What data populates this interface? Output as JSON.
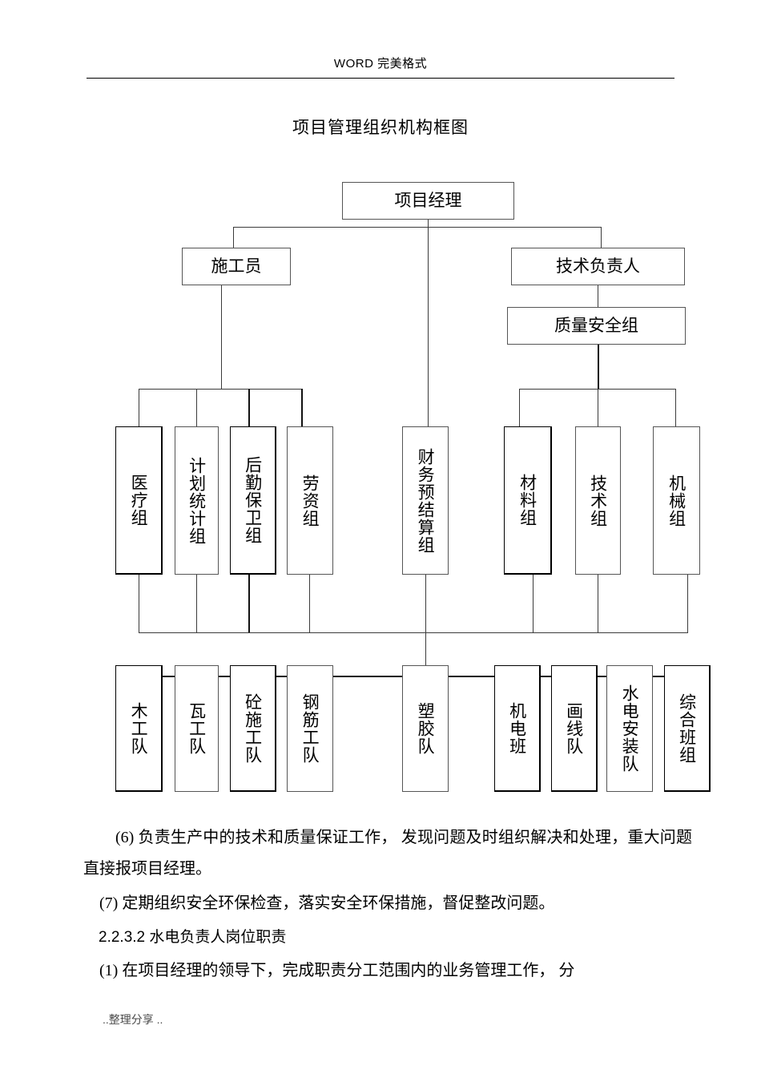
{
  "header": {
    "text": "WORD  完美格式"
  },
  "doc_title": "项目管理组织机构框图",
  "org_chart": {
    "root": "项目经理",
    "tier2": [
      "施工员",
      "技术负责人"
    ],
    "tier2_sub": "质量安全组",
    "tier3_left": [
      "医疗组",
      "计划统计组",
      "后勤保卫组",
      "劳资组"
    ],
    "tier3_center": "财务预结算组",
    "tier3_right": [
      "材料组",
      "技术组",
      "机械组"
    ],
    "tier4_left": [
      "木工队",
      "瓦工队",
      "砼施工队",
      "钢筋工队"
    ],
    "tier4_center": "塑胶队",
    "tier4_right": [
      "机电班",
      "画线队",
      "水电安装队",
      "综合班组"
    ]
  },
  "body": {
    "p6": "(6) 负责生产中的技术和质量保证工作， 发现问题及时组织解决和处理，重大问题直接报项目经理。",
    "p7": "(7) 定期组织安全环保检查，落实安全环保措施，督促整改问题。",
    "heading": "2.2.3.2 水电负责人岗位职责",
    "p1": "(1) 在项目经理的领导下，完成职责分工范围内的业务管理工作， 分"
  },
  "footer": "..整理分享 .."
}
